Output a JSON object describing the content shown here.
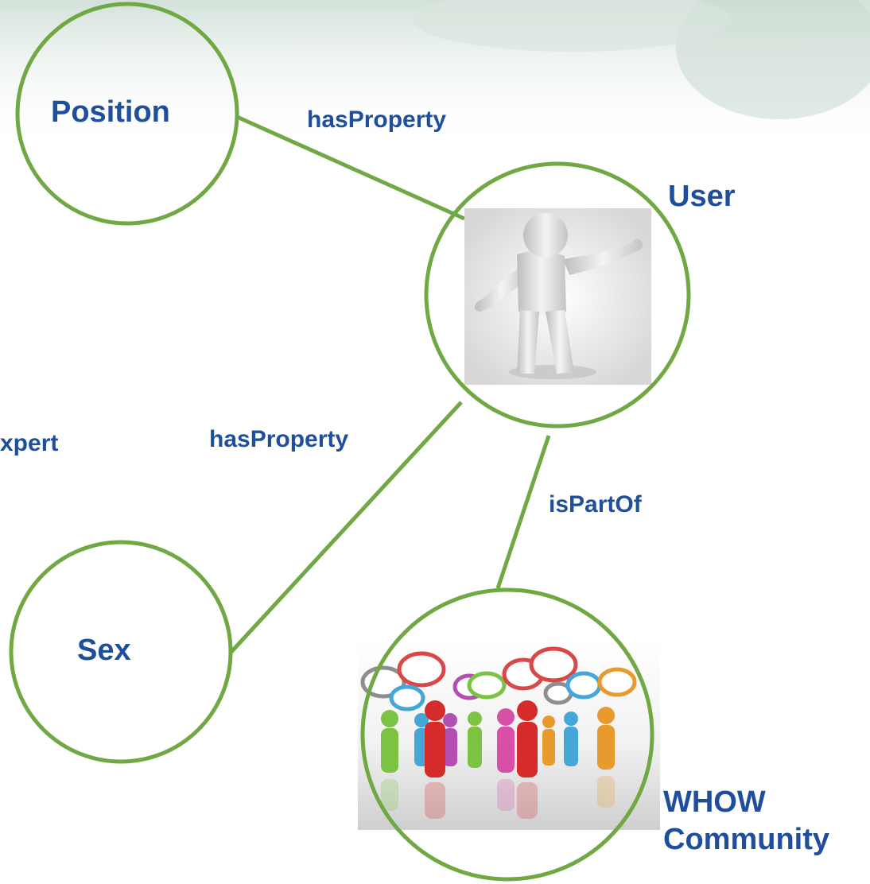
{
  "nodes": {
    "position": {
      "label": "Position"
    },
    "user": {
      "label": "User"
    },
    "sex": {
      "label": "Sex"
    },
    "community": {
      "label_line1": "WHOW",
      "label_line2": "Community"
    },
    "expert": {
      "label": "xpert"
    }
  },
  "edges": {
    "position_user": {
      "label": "hasProperty"
    },
    "sex_user": {
      "label": "hasProperty"
    },
    "user_community": {
      "label": "isPartOf"
    }
  },
  "colors": {
    "circle_stroke": "#70a844",
    "edge_stroke": "#70a844",
    "label_text": "#1f4e9c"
  }
}
